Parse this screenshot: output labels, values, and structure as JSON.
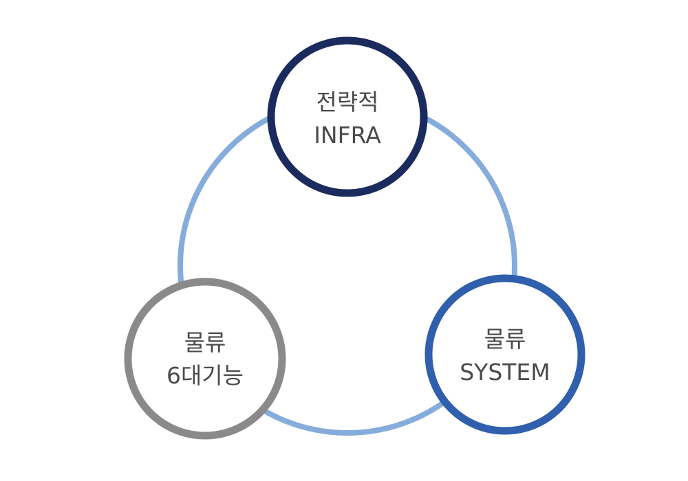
{
  "nodes": [
    {
      "id": "strategic-infra",
      "lines": [
        "전략적",
        "INFRA"
      ],
      "color": "#1c2b5e"
    },
    {
      "id": "logistics-functions",
      "lines": [
        "물류",
        "6대기능"
      ],
      "color": "#8a8a8a"
    },
    {
      "id": "logistics-system",
      "lines": [
        "물류",
        "SYSTEM"
      ],
      "color": "#2f5fad"
    }
  ],
  "colors": {
    "ring": "#85acdb",
    "text": "#4a4a4a",
    "background": "#ffffff"
  }
}
